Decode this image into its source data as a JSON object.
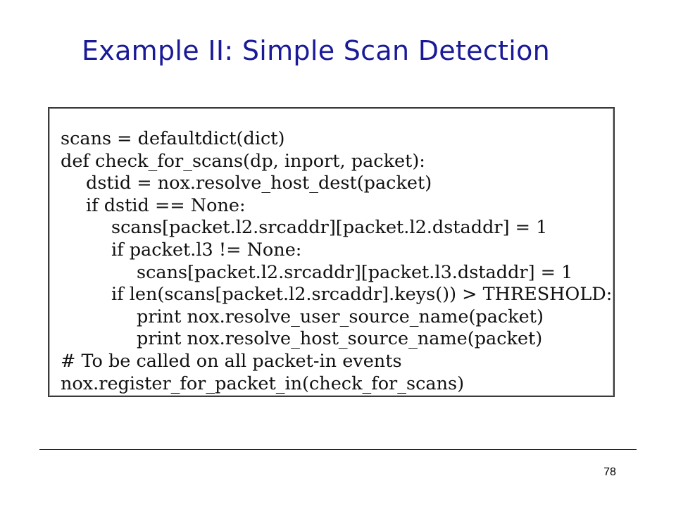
{
  "slide": {
    "title": "Example II: Simple Scan Detection",
    "page_number": "78"
  },
  "code": {
    "lines": [
      {
        "indent": 0,
        "text": "scans = defaultdict(dict)"
      },
      {
        "indent": 0,
        "text": "def check_for_scans(dp, inport, packet):"
      },
      {
        "indent": 1,
        "text": "dstid = nox.resolve_host_dest(packet)"
      },
      {
        "indent": 1,
        "text": "if dstid == None:"
      },
      {
        "indent": 2,
        "text": "scans[packet.l2.srcaddr][packet.l2.dstaddr] = 1"
      },
      {
        "indent": 2,
        "text": "if packet.l3 != None:"
      },
      {
        "indent": 3,
        "text": "scans[packet.l2.srcaddr][packet.l3.dstaddr] = 1"
      },
      {
        "indent": 2,
        "text": "if len(scans[packet.l2.srcaddr].keys()) > THRESHOLD:"
      },
      {
        "indent": 3,
        "text": "print nox.resolve_user_source_name(packet)"
      },
      {
        "indent": 3,
        "text": "print nox.resolve_host_source_name(packet)"
      },
      {
        "indent": 0,
        "text": "# To be called on all packet-in events"
      },
      {
        "indent": 0,
        "text": "nox.register_for_packet_in(check_for_scans)"
      }
    ]
  }
}
